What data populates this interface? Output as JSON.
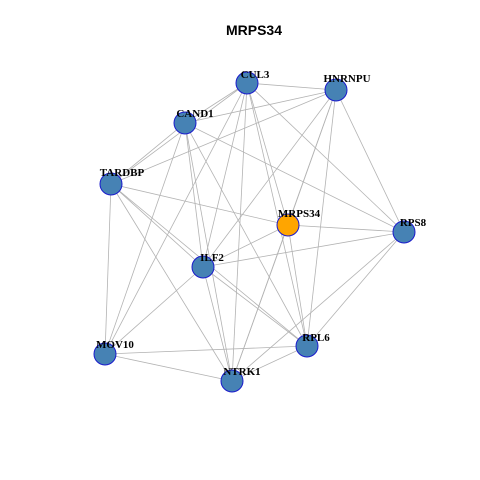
{
  "graph": {
    "title": "MRPS34",
    "colors": {
      "default_node": "#4682B4",
      "focus_node": "#FFA500",
      "node_border": "#1a1acc",
      "edge": "#b3b3b3"
    },
    "nodes": [
      {
        "id": "CUL3",
        "label": "CUL3",
        "focus": false
      },
      {
        "id": "HNRNPU",
        "label": "HNRNPU",
        "focus": false
      },
      {
        "id": "CAND1",
        "label": "CAND1",
        "focus": false
      },
      {
        "id": "TARDBP",
        "label": "TARDBP",
        "focus": false
      },
      {
        "id": "MRPS34",
        "label": "MRPS34",
        "focus": true
      },
      {
        "id": "RPS8",
        "label": "RPS8",
        "focus": false
      },
      {
        "id": "ILF2",
        "label": "ILF2",
        "focus": false
      },
      {
        "id": "RPL6",
        "label": "RPL6",
        "focus": false
      },
      {
        "id": "MOV10",
        "label": "MOV10",
        "focus": false
      },
      {
        "id": "NTRK1",
        "label": "NTRK1",
        "focus": false
      }
    ],
    "edges": [
      [
        "CUL3",
        "HNRNPU"
      ],
      [
        "CUL3",
        "CAND1"
      ],
      [
        "CUL3",
        "TARDBP"
      ],
      [
        "CUL3",
        "MRPS34"
      ],
      [
        "CUL3",
        "RPS8"
      ],
      [
        "CUL3",
        "ILF2"
      ],
      [
        "CUL3",
        "RPL6"
      ],
      [
        "CUL3",
        "MOV10"
      ],
      [
        "CUL3",
        "NTRK1"
      ],
      [
        "HNRNPU",
        "CAND1"
      ],
      [
        "HNRNPU",
        "TARDBP"
      ],
      [
        "HNRNPU",
        "RPS8"
      ],
      [
        "HNRNPU",
        "ILF2"
      ],
      [
        "HNRNPU",
        "RPL6"
      ],
      [
        "HNRNPU",
        "NTRK1"
      ],
      [
        "HNRNPU",
        "MRPS34"
      ],
      [
        "CAND1",
        "TARDBP"
      ],
      [
        "CAND1",
        "RPS8"
      ],
      [
        "CAND1",
        "ILF2"
      ],
      [
        "CAND1",
        "RPL6"
      ],
      [
        "CAND1",
        "MOV10"
      ],
      [
        "CAND1",
        "NTRK1"
      ],
      [
        "TARDBP",
        "MRPS34"
      ],
      [
        "TARDBP",
        "ILF2"
      ],
      [
        "TARDBP",
        "RPL6"
      ],
      [
        "TARDBP",
        "MOV10"
      ],
      [
        "TARDBP",
        "NTRK1"
      ],
      [
        "MRPS34",
        "RPS8"
      ],
      [
        "MRPS34",
        "ILF2"
      ],
      [
        "MRPS34",
        "RPL6"
      ],
      [
        "MRPS34",
        "NTRK1"
      ],
      [
        "RPS8",
        "ILF2"
      ],
      [
        "RPS8",
        "RPL6"
      ],
      [
        "RPS8",
        "NTRK1"
      ],
      [
        "ILF2",
        "RPL6"
      ],
      [
        "ILF2",
        "MOV10"
      ],
      [
        "ILF2",
        "NTRK1"
      ],
      [
        "RPL6",
        "MOV10"
      ],
      [
        "RPL6",
        "NTRK1"
      ],
      [
        "MOV10",
        "NTRK1"
      ]
    ]
  }
}
